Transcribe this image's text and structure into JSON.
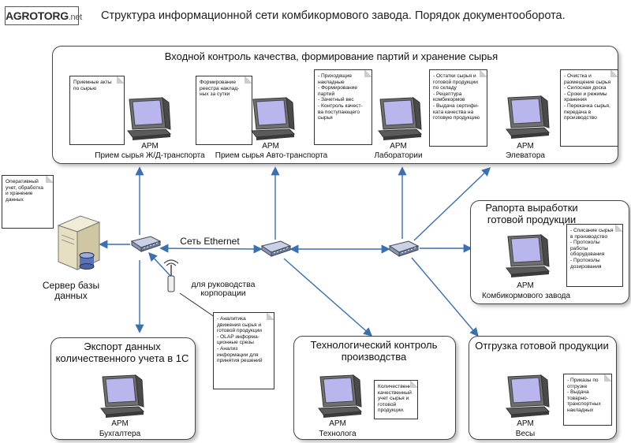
{
  "logo": {
    "main": "AGROTORG",
    "suffix": ".net"
  },
  "title": "Структура информационной сети комбикормового завода. Порядок документооборота.",
  "top_panel": {
    "title": "Входной контроль качества, формирование партий и хранение сырья",
    "stations": [
      {
        "arm": "АРМ",
        "name": "Прием сырья Ж/Д-транспорта",
        "doc": [
          "Приемные акты",
          "по сырью"
        ]
      },
      {
        "arm": "АРМ",
        "name": "Прием сырья Авто-транспорта",
        "doc": [
          "Формирование",
          "реестра наклад-",
          "ных за сутки"
        ]
      },
      {
        "arm": "АРМ",
        "name": "Лаборатории",
        "doc": [
          "- Приходящие",
          "накладные",
          "- Формирование",
          "партий",
          "- Зачетный вес",
          "- Контроль качест-",
          "ва поступающего",
          "сырья"
        ]
      },
      {
        "arm": "",
        "name": "",
        "doc": [
          "- Остатки сырья и",
          "готовой продукции",
          "по складу",
          "- Рецептура",
          "комбикормов",
          "- Выдача сертифи-",
          "ката качества на",
          "готовую продукцию"
        ]
      },
      {
        "arm": "АРМ",
        "name": "Элеватора",
        "doc": [
          "- Очистка и",
          "размещение сырья",
          "- Силосная доска",
          "- Сроки и режимы",
          "хранения",
          "- Перекачка сырья,",
          "передача в",
          "производство"
        ]
      }
    ]
  },
  "server": {
    "doc": [
      "Оперативный",
      "учет, обработка",
      "и хранение",
      "данных"
    ],
    "label": [
      "Сервер базы",
      "данных"
    ]
  },
  "network": {
    "ethernet": "Сеть Ethernet",
    "management": [
      "для руководства",
      "корпорации"
    ],
    "mgmt_doc": [
      "- Аналитика",
      "движения сырья и",
      "готовой продукции",
      "- OLAP информа-",
      "ционные срезы",
      "- Анализ",
      "информации для",
      "принятия решений"
    ]
  },
  "reports_panel": {
    "title": [
      "Рапорта выработки",
      "готовой продукции"
    ],
    "arm": "АРМ",
    "name": "Комбикормового завода",
    "doc": [
      "- Списание сырья",
      "в производство",
      "- Протоколы",
      "работы",
      "оборудования",
      "- Протоколы",
      "дозирования"
    ]
  },
  "export_panel": {
    "title": [
      "Экспорт данных",
      "количественного учета в 1С"
    ],
    "arm": "АРМ",
    "name": "Бухгалтера"
  },
  "tech_panel": {
    "title": [
      "Технологический контроль",
      "производства"
    ],
    "arm": "АРМ",
    "name": "Технолога",
    "doc": [
      "Количественно-",
      "качественный",
      "учет сырья и",
      "готовой",
      "продукции."
    ]
  },
  "ship_panel": {
    "title": "Отгрузка готовой продукции",
    "arm": "АРМ",
    "name": "Весы",
    "doc": [
      "- Приказы по",
      "отгрузке",
      "- Выдача",
      "товарно-",
      "транспортных",
      "накладных"
    ]
  },
  "colors": {
    "arrow": "#3a6fb0",
    "screen": "#b9b6ee",
    "panel_border": "#444"
  }
}
